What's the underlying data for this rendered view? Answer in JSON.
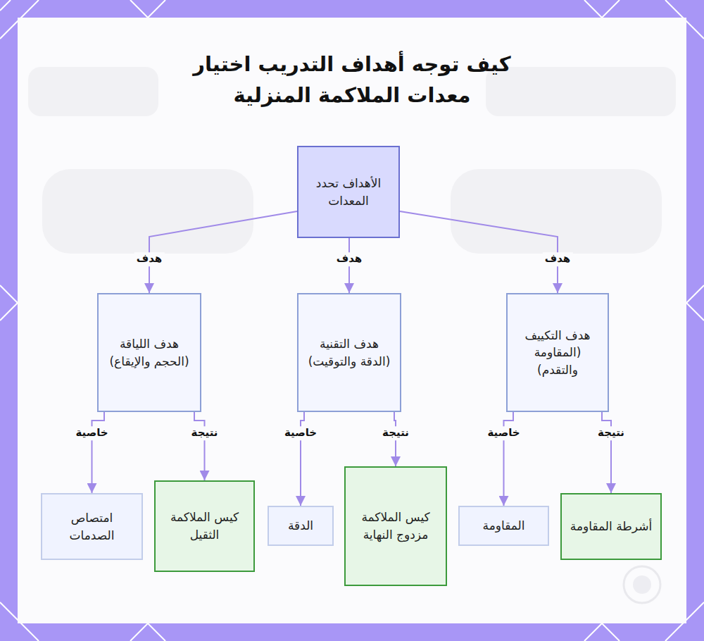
{
  "diagram": {
    "title": "كيف توجه أهداف التدريب اختيار معدات الملاكمة المنزلية",
    "nodes": [
      {
        "text": [
          "الأهداف تحدد المعدات"
        ]
      },
      {
        "text": [
          "هدف التكييف (المقاومة والتقدم)"
        ]
      },
      {
        "text": [
          "هدف التقنية (الدقة والتوقيت)"
        ]
      },
      {
        "text": [
          "هدف اللياقة (الحجم والإيقاع)"
        ]
      },
      {
        "text": [
          "أشرطة المقاومة"
        ]
      },
      {
        "text": [
          "المقاومة"
        ]
      },
      {
        "text": [
          "كيس الملاكمة مزدوج النهاية"
        ]
      },
      {
        "text": [
          "الدقة"
        ]
      },
      {
        "text": [
          "كيس الملاكمة الثقيل"
        ]
      },
      {
        "text": [
          "امتصاص الصدمات"
        ]
      }
    ],
    "edges": [
      {
        "from": 0,
        "to": 1,
        "label": "هدف",
        "arrow": "to"
      },
      {
        "from": 0,
        "to": 2,
        "label": "هدف",
        "arrow": "to"
      },
      {
        "from": 0,
        "to": 3,
        "label": "هدف",
        "arrow": "to"
      },
      {
        "from": 1,
        "to": 4,
        "label": "نتيجة",
        "arrow": "to"
      },
      {
        "from": 1,
        "to": 5,
        "label": "خاصية",
        "arrow": "to"
      },
      {
        "from": 2,
        "to": 6,
        "label": "نتيجة",
        "arrow": "to"
      },
      {
        "from": 2,
        "to": 7,
        "label": "خاصية",
        "arrow": "to"
      },
      {
        "from": 3,
        "to": 8,
        "label": "نتيجة",
        "arrow": "to"
      },
      {
        "from": 3,
        "to": 9,
        "label": "خاصية",
        "arrow": "to"
      }
    ]
  }
}
